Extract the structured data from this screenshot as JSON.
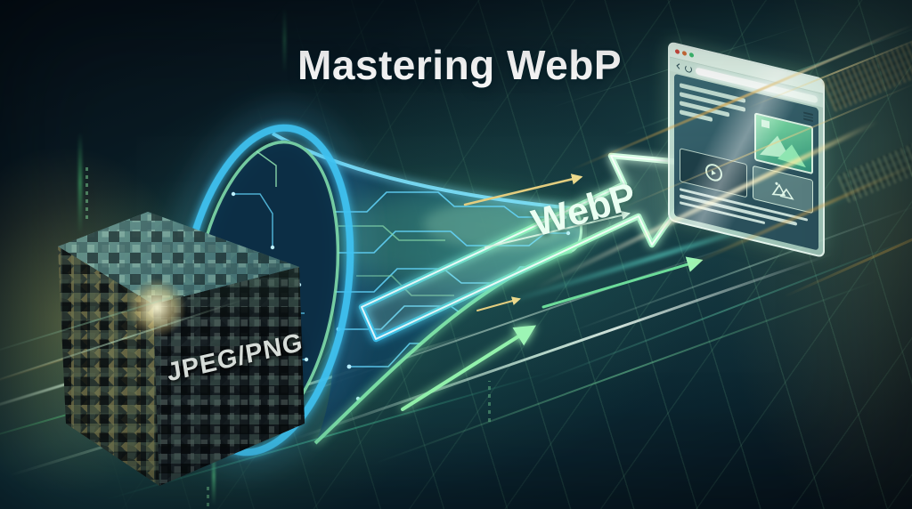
{
  "title": "Mastering WebP",
  "cube": {
    "label": "JPEG/PNG",
    "description_icon": "pixelated-cube"
  },
  "arrow": {
    "label": "WebP"
  },
  "browser_mockup": {
    "window_control_icons": [
      "close-dot",
      "minimize-dot",
      "maximize-dot"
    ],
    "toolbar_icons": [
      "back-arrow-icon",
      "refresh-icon",
      "menu-icon"
    ],
    "address_bar_value": "",
    "content_icons": [
      "image-placeholder-icon",
      "play-icon",
      "image-outline-icon"
    ]
  },
  "palette": {
    "background_dark": "#081821",
    "teal_mid": "#1e4a54",
    "neon_green": "#6fe89a",
    "neon_cyan": "#45c8f5",
    "streak_yellow": "#e3c878",
    "streak_amber": "#d9a84e",
    "mint": "#cfe9da",
    "title_white": "#ffffff",
    "traffic_red": "#cf4a3e",
    "traffic_orange": "#d2703a",
    "traffic_green": "#3fbf72"
  }
}
